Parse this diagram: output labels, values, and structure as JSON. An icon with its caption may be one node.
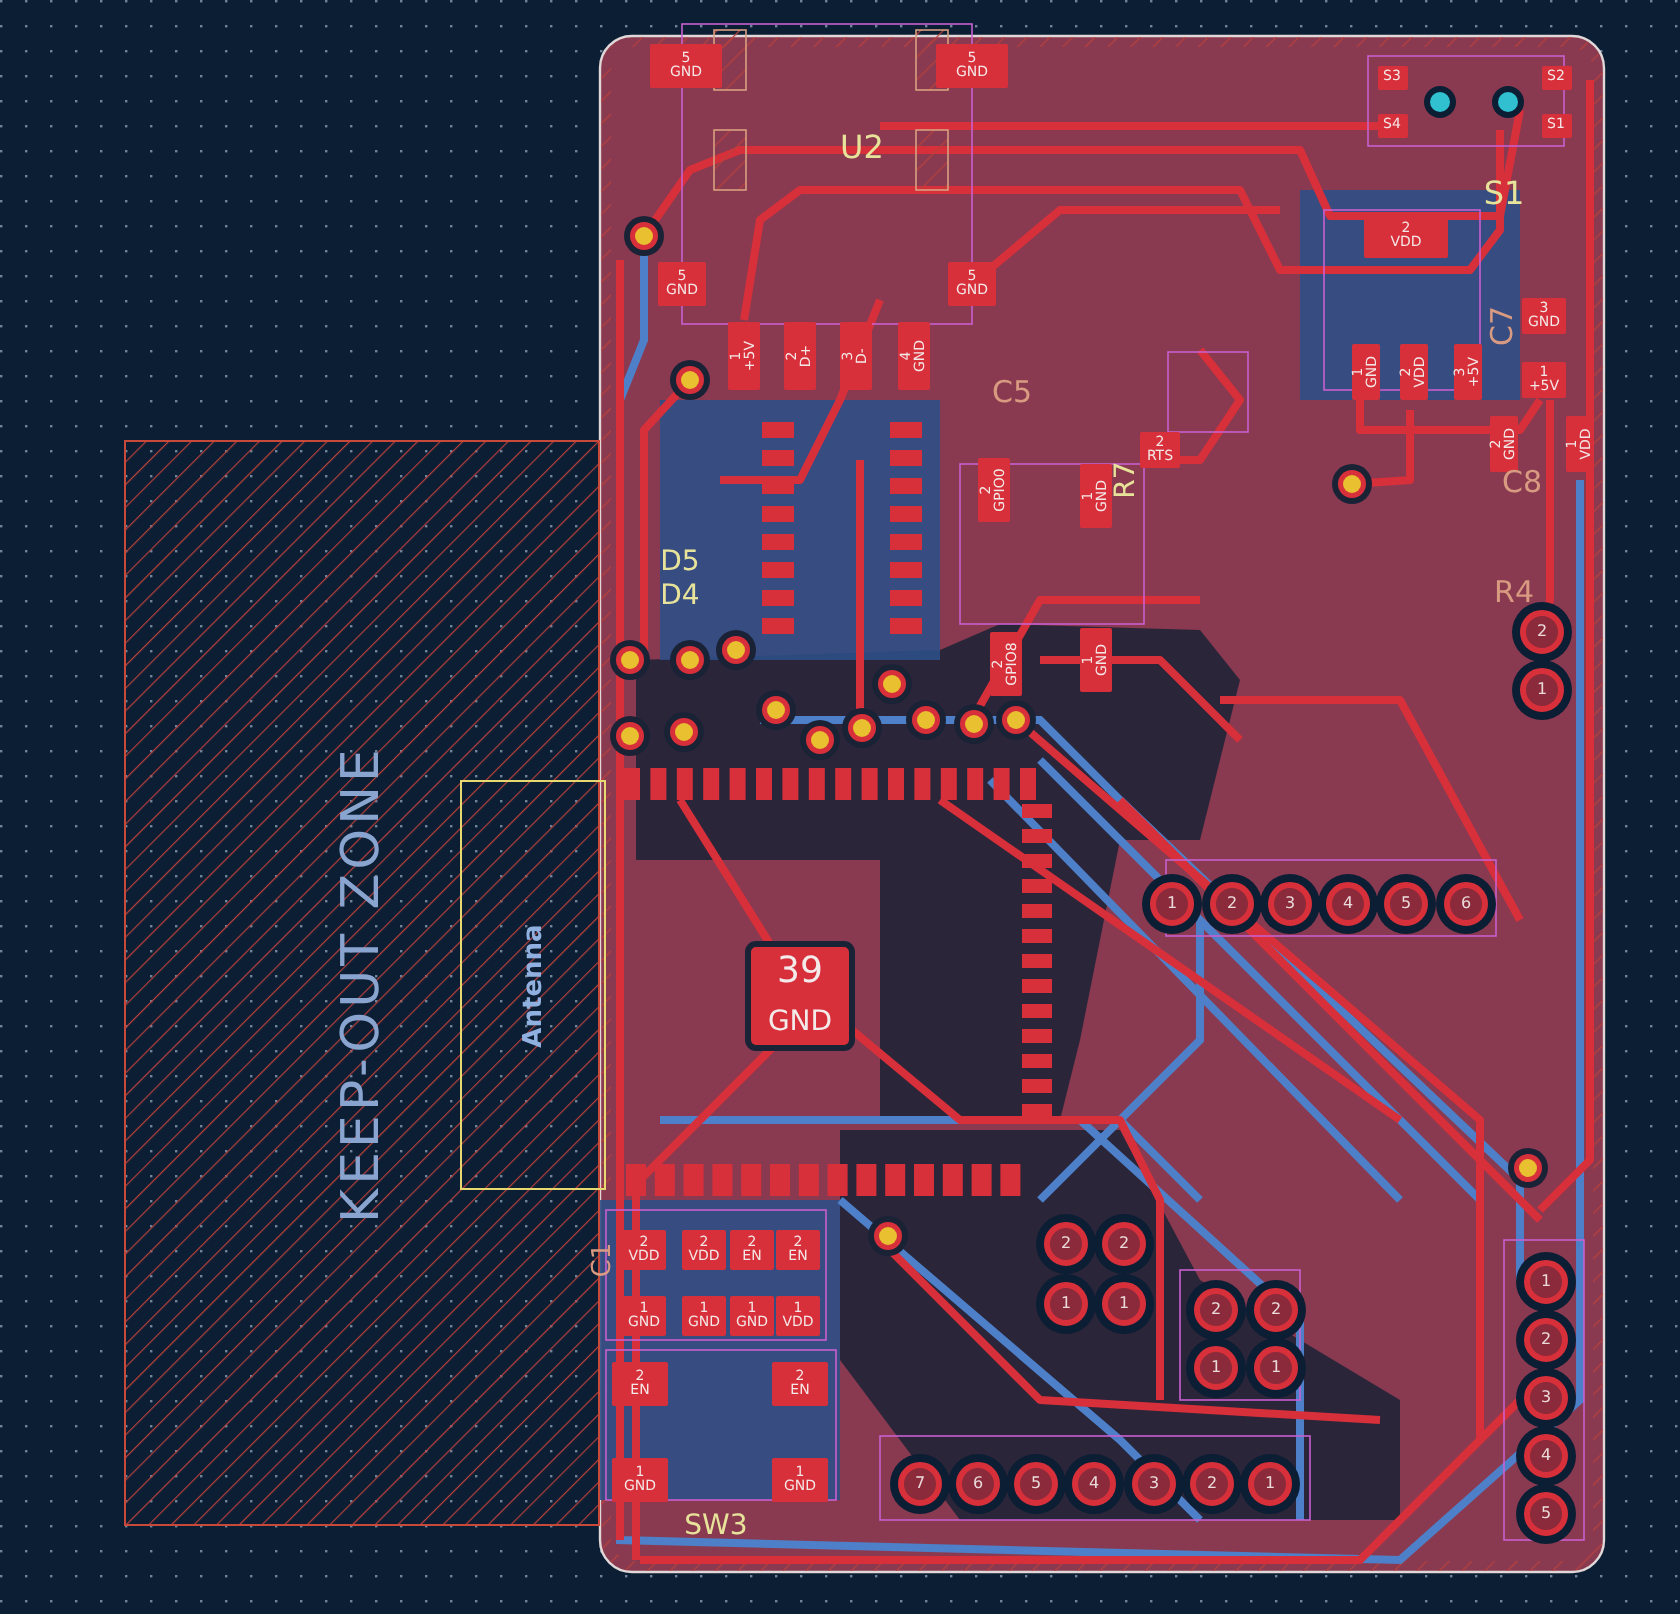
{
  "diagram": {
    "nodes": [
      {
        "text": [
          "KEEP-OUT ZONE"
        ]
      },
      {
        "text": [
          "Antenna"
        ],
        "in": 0
      }
    ],
    "edges": [],
    "labels": [
      "5 GND",
      "5 GND",
      "U2",
      "5 GND",
      "5 GND",
      "1 +5V",
      "2 D+",
      "3 D-",
      "4 GND",
      "S3",
      "S2",
      "S4",
      "S1",
      "S1",
      "2 VDD",
      "C7",
      "3 GND",
      "1 GND",
      "2 VDD",
      "3 +5V",
      "1 +5V",
      "C5",
      "2 GPIO0",
      "1 GND",
      "R7",
      "2 RTS",
      "2 GND",
      "1 VDD",
      "C8",
      "D5",
      "D4",
      "R4",
      "2 GPIO8",
      "1 GND",
      "39",
      "GND",
      "1",
      "2",
      "3",
      "4",
      "5",
      "6",
      "C1",
      "2 VDD",
      "2 VDD",
      "2 EN",
      "2 EN",
      "1 GND",
      "1 GND",
      "1 GND",
      "1 VDD",
      "2 EN",
      "2 EN",
      "1 GND",
      "1 GND",
      "SW3",
      "7",
      "6",
      "5",
      "4",
      "3",
      "2",
      "1",
      "1",
      "2",
      "3",
      "4",
      "5",
      "2",
      "2",
      "1",
      "1",
      "2",
      "1",
      "2",
      "1",
      "2",
      "1"
    ]
  }
}
